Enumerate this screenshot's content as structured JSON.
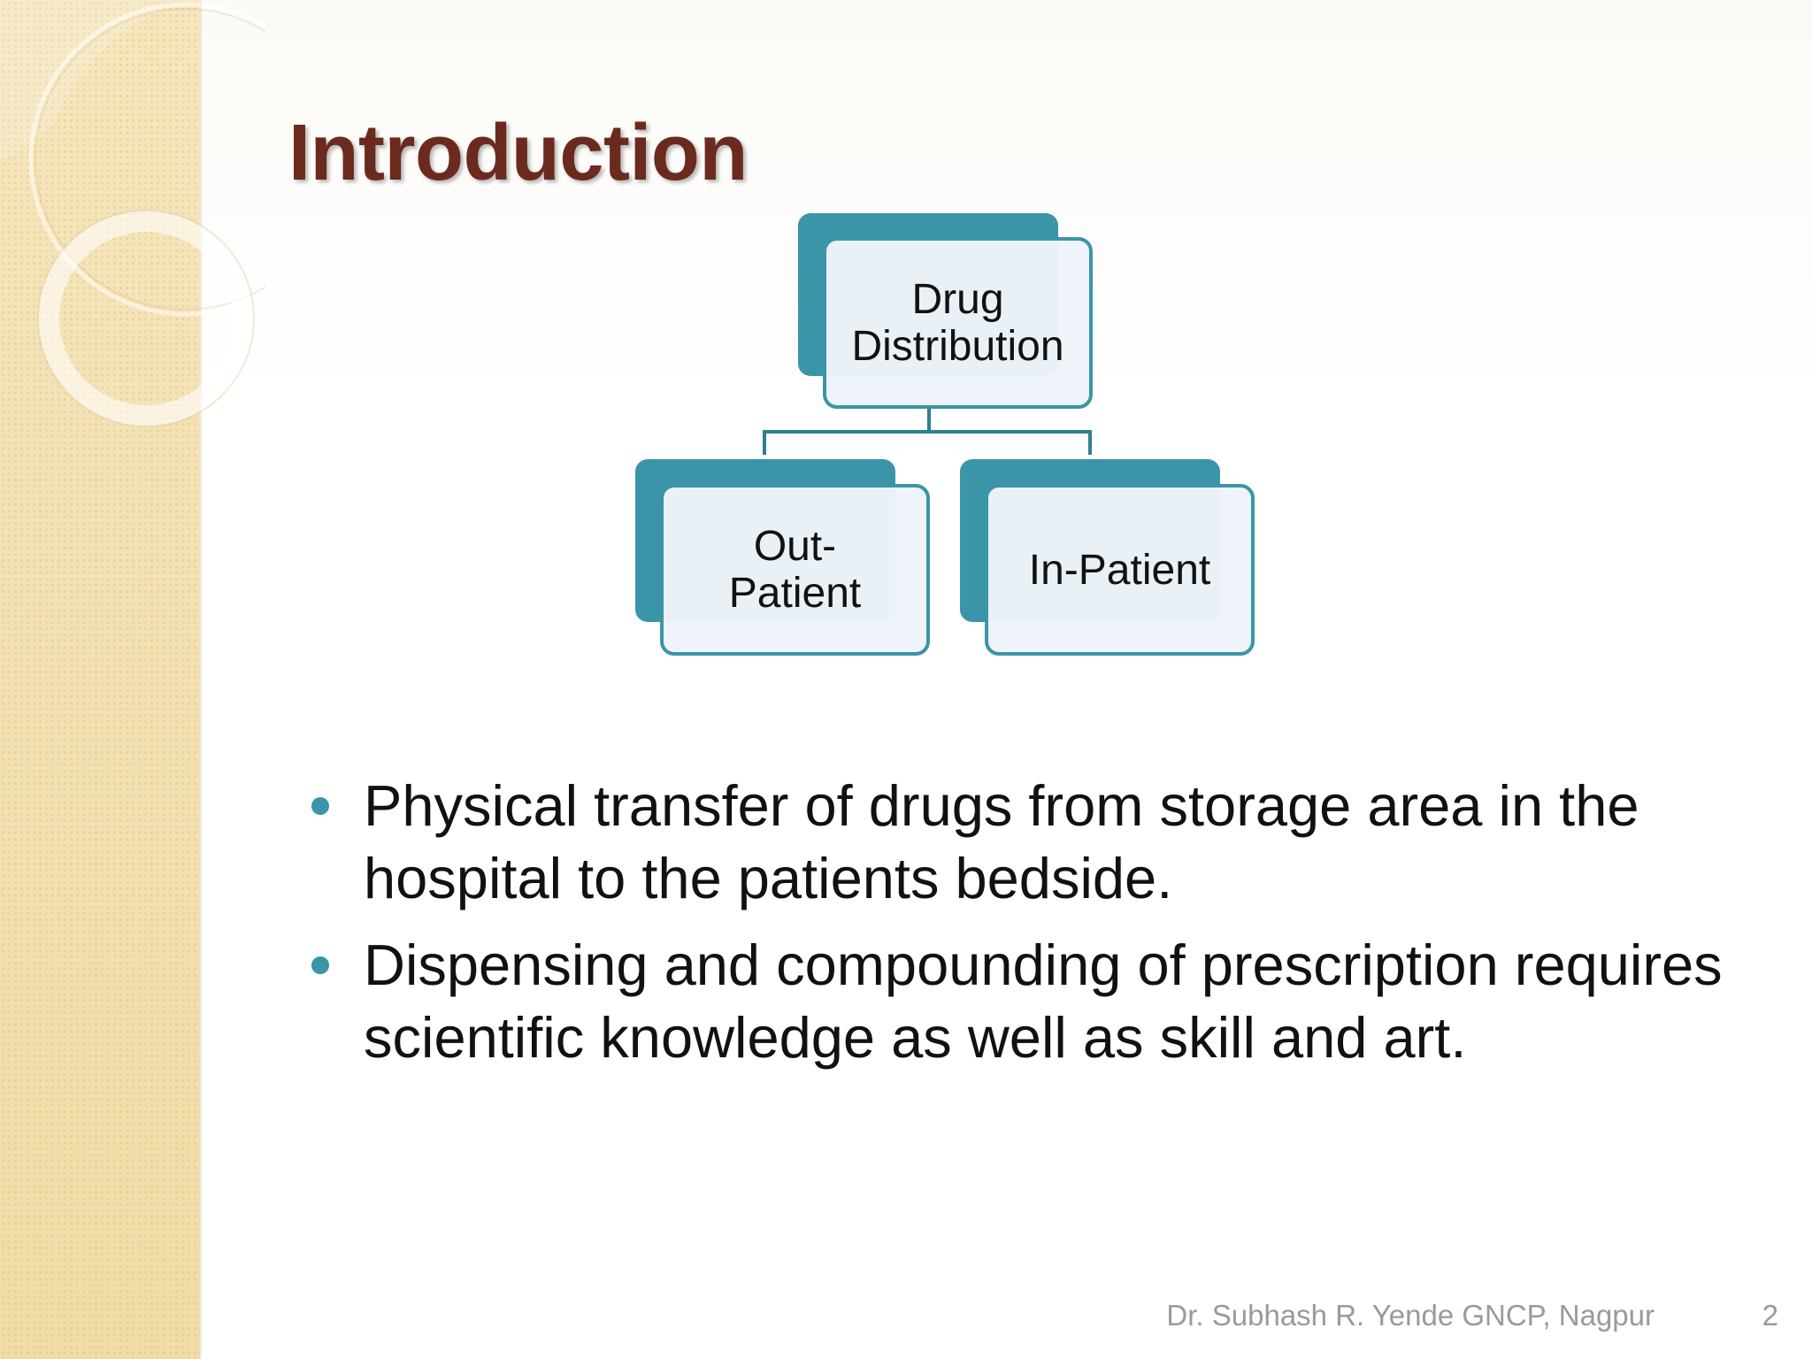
{
  "slide": {
    "title": "Introduction",
    "diagram": {
      "root": {
        "lines": [
          "Drug",
          "Distribution"
        ]
      },
      "children": [
        {
          "lines": [
            "Out-",
            "Patient"
          ]
        },
        {
          "lines": [
            "In-Patient"
          ]
        }
      ]
    },
    "bullets": [
      "Physical transfer of drugs from storage area in the hospital to the patients bedside.",
      "Dispensing and compounding of prescription requires scientific knowledge as well as skill and art."
    ],
    "footer": {
      "author": "Dr. Subhash R. Yende GNCP, Nagpur",
      "page_number": "2"
    },
    "colors": {
      "title": "#6b2a1e",
      "accent": "#3a95a8",
      "band": "#f3dfae"
    }
  }
}
